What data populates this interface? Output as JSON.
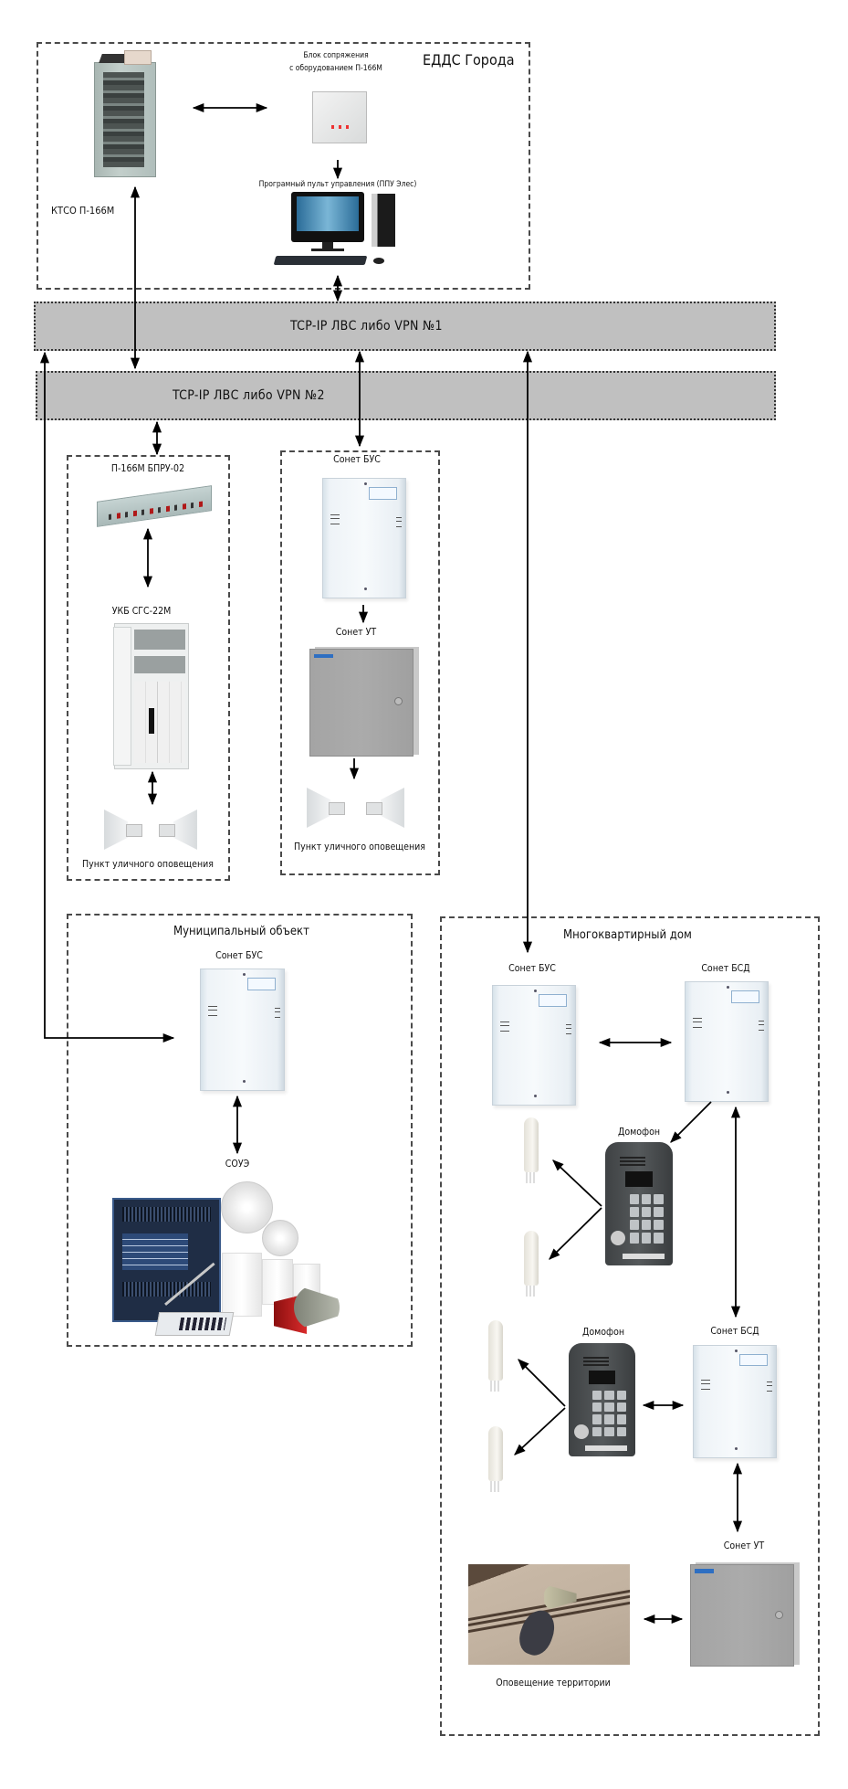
{
  "diagram": {
    "edds": {
      "title": "ЕДДС Города",
      "ktso_label": "КТСО П-166М",
      "interface_block_label_line1": "Блок сопряжения",
      "interface_block_label_line2": "с оборудованием П-166М",
      "control_console_label": "Програмный пульт управления (ППУ Элес)"
    },
    "networks": [
      {
        "label": "TCP-IP ЛВС либо VPN №1"
      },
      {
        "label": "TCP-IP ЛВС либо VPN №2"
      }
    ],
    "p166_branch": {
      "bpru_label": "П-166М БПРУ-02",
      "ukb_label": "УКБ СГС-22М",
      "street_point_label": "Пункт уличного оповещения"
    },
    "sonet_branch": {
      "bus_label": "Сонет БУС",
      "ut_label": "Сонет УТ",
      "street_point_label": "Пункт уличного оповещения"
    },
    "municipal": {
      "title": "Муниципальный объект",
      "bus_label": "Сонет БУС",
      "souz_label": "СОУЭ"
    },
    "apartment": {
      "title": "Многоквартирный дом",
      "bus_label": "Сонет БУС",
      "bsd1_label": "Сонет БСД",
      "intercom1_label": "Домофон",
      "intercom2_label": "Домофон",
      "bsd2_label": "Сонет БСД",
      "ut_label": "Сонет УТ",
      "territory_label": "Оповещение территории"
    },
    "colors": {
      "network_band": "#c0c0c0",
      "border": "#4a4a4a",
      "arrow": "#000000",
      "background": "#ffffff"
    }
  }
}
